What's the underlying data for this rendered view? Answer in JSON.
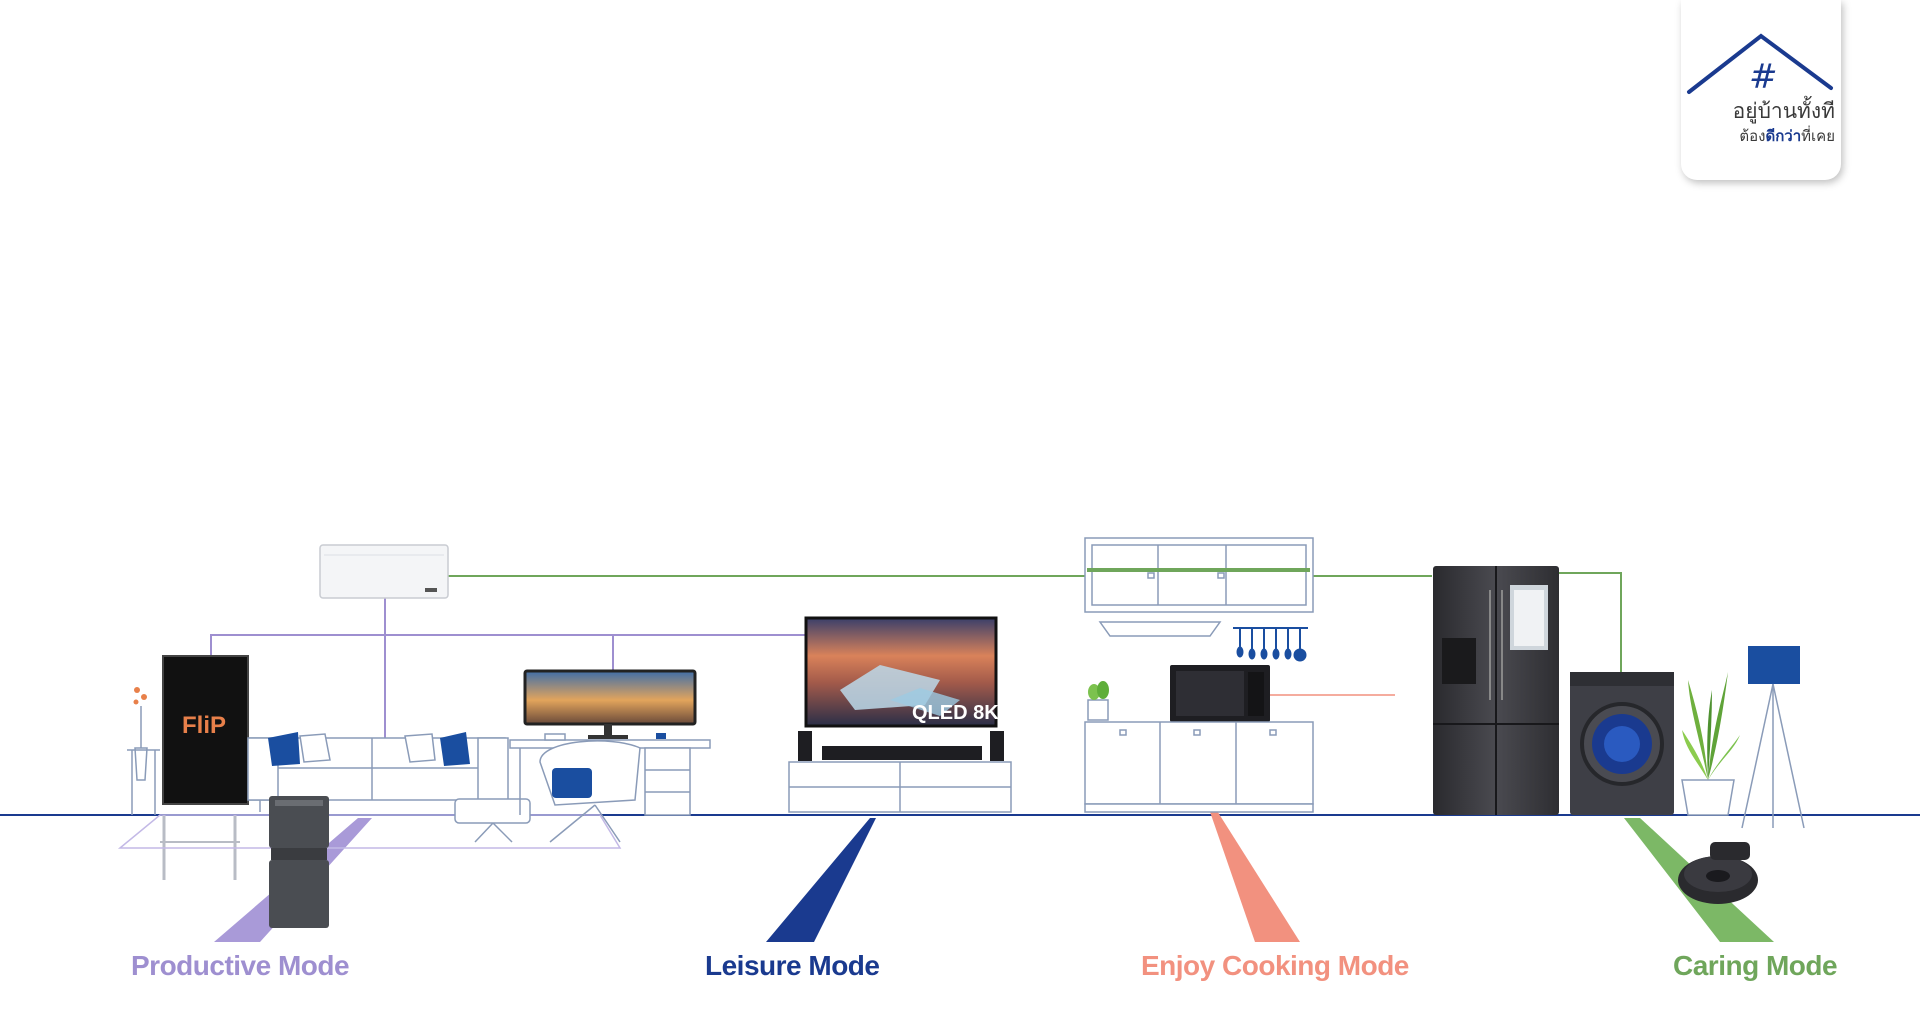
{
  "badge": {
    "hash_symbol": "#",
    "line1": "อยู่บ้านทั้งที",
    "line2_a": "ต้อง",
    "line2_b": "ดีกว่า",
    "line2_c": "ที่เคย"
  },
  "devices": {
    "flip_logo": "FliP",
    "tv_label": "QLED 8K"
  },
  "modes": [
    {
      "label": "Productive Mode",
      "color": "#9e8fd0"
    },
    {
      "label": "Leisure Mode",
      "color": "#1a3a8f"
    },
    {
      "label": "Enjoy Cooking Mode",
      "color": "#f2917f"
    },
    {
      "label": "Caring Mode",
      "color": "#6fa65b"
    }
  ],
  "colors": {
    "floor_line": "#1a3a8f",
    "outline": "#8a9bb8",
    "purple_link": "#9e8fd0",
    "green_link": "#6fa65b",
    "salmon_link": "#f2917f",
    "accent_blue": "#1a4ea0"
  }
}
